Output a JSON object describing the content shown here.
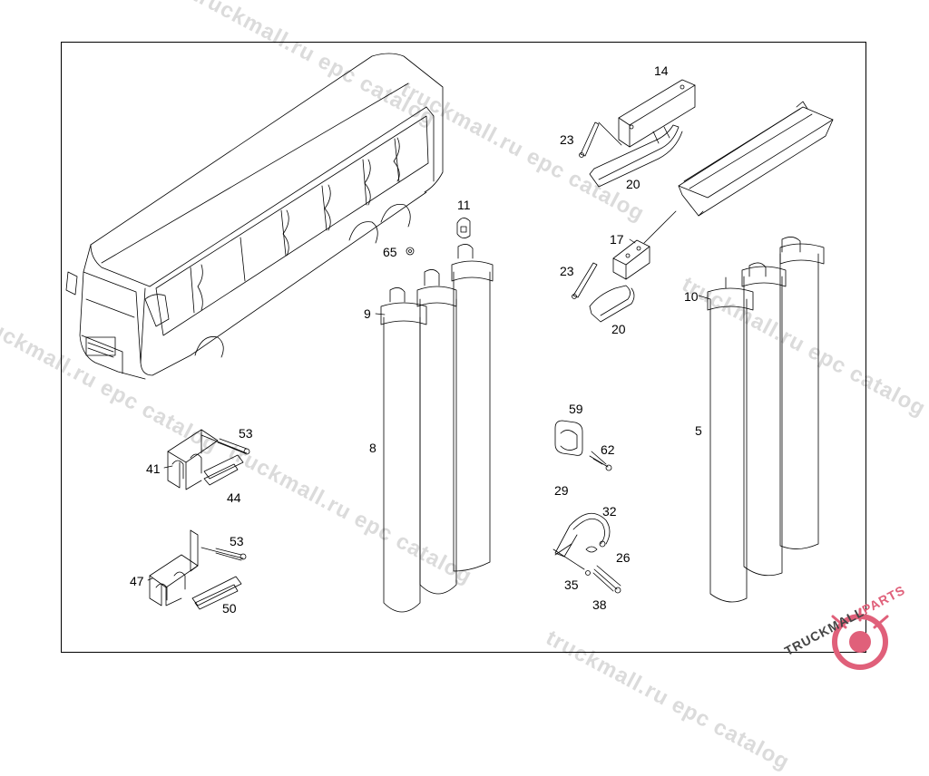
{
  "callouts": [
    {
      "id": "14",
      "text": "14"
    },
    {
      "id": "23a",
      "text": "23"
    },
    {
      "id": "20a",
      "text": "20"
    },
    {
      "id": "11",
      "text": "11"
    },
    {
      "id": "65",
      "text": "65"
    },
    {
      "id": "17",
      "text": "17"
    },
    {
      "id": "23b",
      "text": "23"
    },
    {
      "id": "20b",
      "text": "20"
    },
    {
      "id": "10",
      "text": "10"
    },
    {
      "id": "9",
      "text": "9"
    },
    {
      "id": "8",
      "text": "8"
    },
    {
      "id": "5",
      "text": "5"
    },
    {
      "id": "53a",
      "text": "53"
    },
    {
      "id": "41",
      "text": "41"
    },
    {
      "id": "44",
      "text": "44"
    },
    {
      "id": "53b",
      "text": "53"
    },
    {
      "id": "47",
      "text": "47"
    },
    {
      "id": "50",
      "text": "50"
    },
    {
      "id": "59",
      "text": "59"
    },
    {
      "id": "62",
      "text": "62"
    },
    {
      "id": "29",
      "text": "29"
    },
    {
      "id": "32",
      "text": "32"
    },
    {
      "id": "26",
      "text": "26"
    },
    {
      "id": "35",
      "text": "35"
    },
    {
      "id": "38",
      "text": "38"
    }
  ],
  "watermark": {
    "text": "truckmall.ru epc catalog"
  },
  "logo": {
    "text_main": "TRUCKMALL",
    "text_accent": "PARTS",
    "accent_color": "#e0607a"
  }
}
